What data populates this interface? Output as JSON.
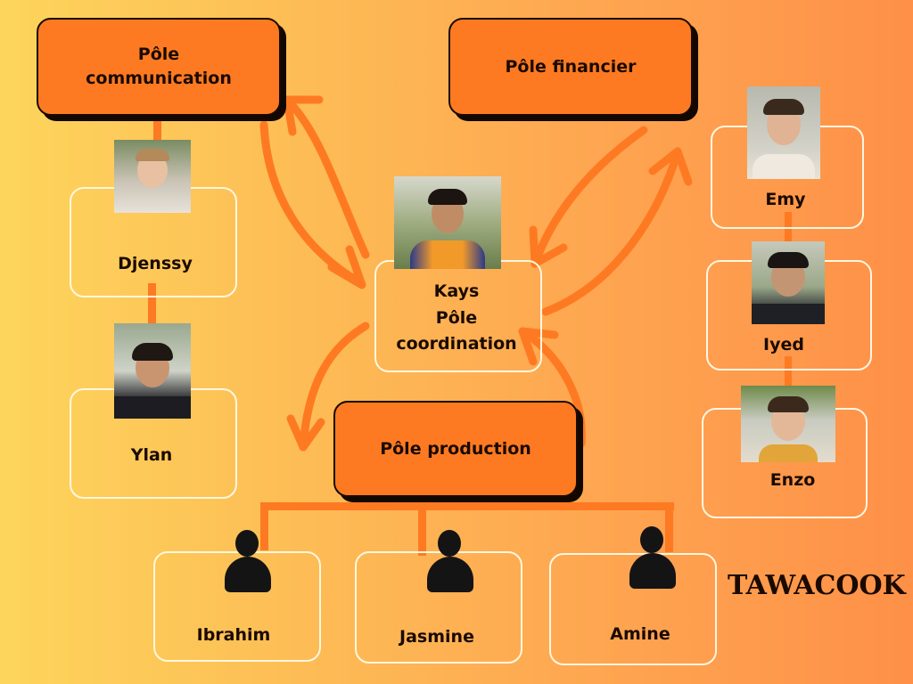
{
  "poles": {
    "communication": "Pôle communication",
    "communication_line1": "Pôle",
    "communication_line2": "communication",
    "financier": "Pôle financier",
    "production": "Pôle production"
  },
  "coordinator": {
    "name": "Kays",
    "role_line1": "Pôle",
    "role_line2": "coordination"
  },
  "communication_members": [
    "Djenssy",
    "Ylan"
  ],
  "financier_members": [
    "Emy",
    "Iyed",
    "Enzo"
  ],
  "production_members": [
    "Ibrahim",
    "Jasmine",
    "Amine"
  ],
  "brand": "TAWACOOK",
  "colors": {
    "accent": "#fe7a22",
    "text": "#1a0a00",
    "card_border": "#fff7e0"
  }
}
